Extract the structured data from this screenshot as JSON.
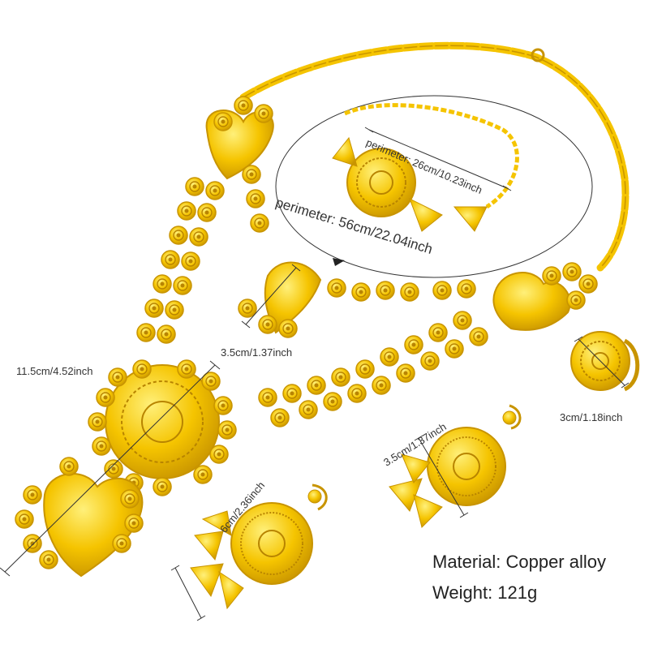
{
  "colors": {
    "gold": "#f5c400",
    "gold_dark": "#c89400",
    "gold_light": "#ffe34a",
    "background": "#ffffff",
    "text": "#333333"
  },
  "labels": {
    "bracelet_perimeter": "perimeter: 26cm/10.23inch",
    "necklace_perimeter": "perimeter: 56cm/22.04inch",
    "pendant_size": "11.5cm/4.52inch",
    "small_pendant_size": "3.5cm/1.37inch",
    "earring_size_right": "3.5cm/1.37inch",
    "ring_size": "3cm/1.18inch",
    "earring_size_left": "6cm/2.36inch",
    "material": "Material: Copper alloy",
    "weight": "Weight:  121g"
  }
}
